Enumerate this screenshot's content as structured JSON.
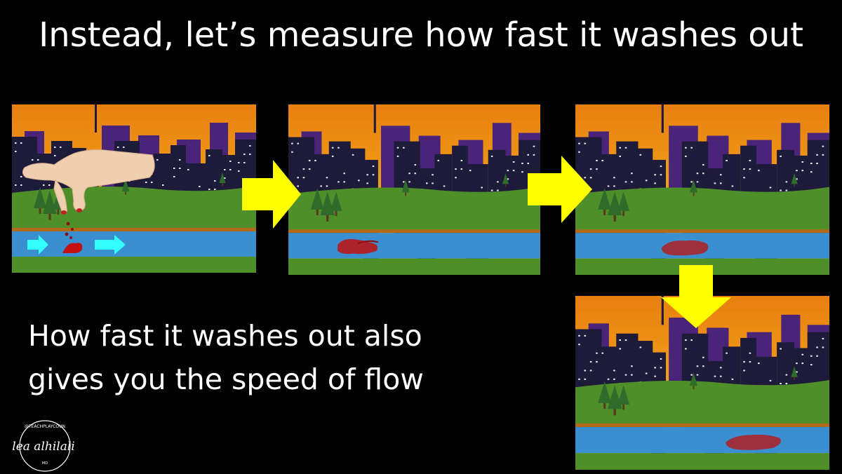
{
  "slide": {
    "title": "Instead, let’s measure how fast it washes out",
    "caption_line1": "How fast it washes out also",
    "caption_line2": "gives you the speed of flow"
  },
  "panels": [
    {
      "name": "scene-1-dye-drop",
      "shows_hand": true,
      "shows_flow_arrows": true
    },
    {
      "name": "scene-2-dye-spread",
      "shows_hand": false,
      "shows_flow_arrows": false
    },
    {
      "name": "scene-3-dye-downstream",
      "shows_hand": false,
      "shows_flow_arrows": false
    },
    {
      "name": "scene-4-dye-washing-out",
      "shows_hand": false,
      "shows_flow_arrows": false
    }
  ],
  "colors": {
    "background": "#000000",
    "text": "#ffffff",
    "arrow": "#ffff00",
    "flow_arrow": "#33ffff",
    "dye": "#c41010",
    "river": "#3a8fd0",
    "grass": "#4f8f2a",
    "sky_top": "#e87f10",
    "sky_bottom": "#f8c020",
    "city": "#1e1a3a",
    "city_back": "#4a2478"
  },
  "watermark": {
    "signature": "lea alhilali",
    "ring_text": "@TEACHPLAYCOUN",
    "credential": "MD"
  }
}
